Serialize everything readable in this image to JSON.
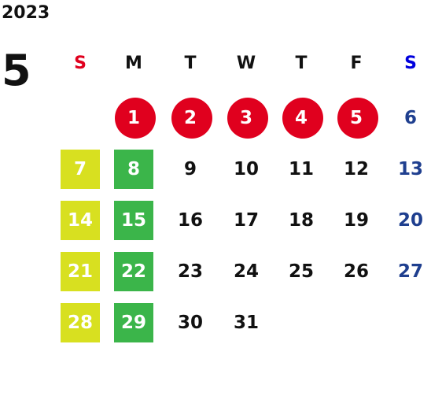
{
  "calendar": {
    "year": "2023",
    "month": "5",
    "weekdays": [
      "S",
      "M",
      "T",
      "W",
      "T",
      "F",
      "S"
    ],
    "colors": {
      "sunday_header": "#e0001e",
      "saturday_header": "#0000dd",
      "saturday_days": "#1f3f8f",
      "holiday_circle": "#e0001e",
      "sunday_box": "#d8e020",
      "monday_box": "#3bb54a"
    },
    "weeks": [
      [
        "",
        "",
        "",
        "",
        "",
        "",
        "",
        ""
      ],
      [
        "",
        "1",
        "2",
        "3",
        "4",
        "5",
        "6"
      ],
      [
        "7",
        "8",
        "9",
        "10",
        "11",
        "12",
        "13"
      ],
      [
        "14",
        "15",
        "16",
        "17",
        "18",
        "19",
        "20"
      ],
      [
        "21",
        "22",
        "23",
        "24",
        "25",
        "26",
        "27"
      ],
      [
        "28",
        "29",
        "30",
        "31",
        "",
        "",
        ""
      ]
    ],
    "highlights": {
      "holiday_circles": [
        "1",
        "2",
        "3",
        "4",
        "5"
      ],
      "sunday_squares": [
        "7",
        "14",
        "21",
        "28"
      ],
      "monday_squares": [
        "8",
        "15",
        "22",
        "29"
      ]
    }
  }
}
